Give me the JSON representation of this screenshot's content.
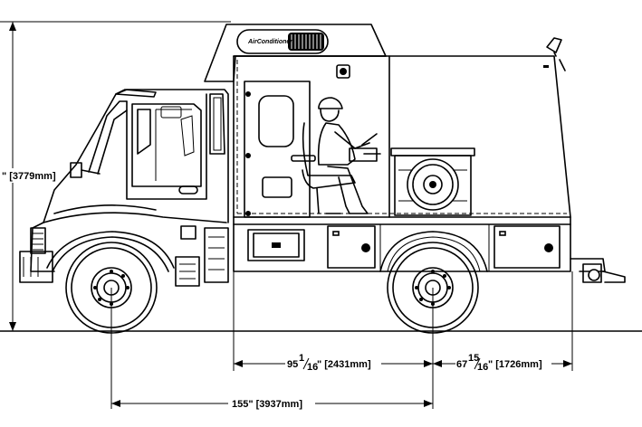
{
  "dimensions": {
    "height_label": "\" [3779mm]",
    "wheelbase_whole": "95",
    "wheelbase_frac": "1",
    "wheelbase_den": "16",
    "wheelbase_mm": "\" [2431mm]",
    "overhang_whole": "67",
    "overhang_frac": "15",
    "overhang_den": "16",
    "overhang_mm": "\" [1726mm]",
    "total_length_label": "155\" [3937mm]"
  },
  "rooftop_unit": {
    "brand_label": "AirConditioner"
  }
}
